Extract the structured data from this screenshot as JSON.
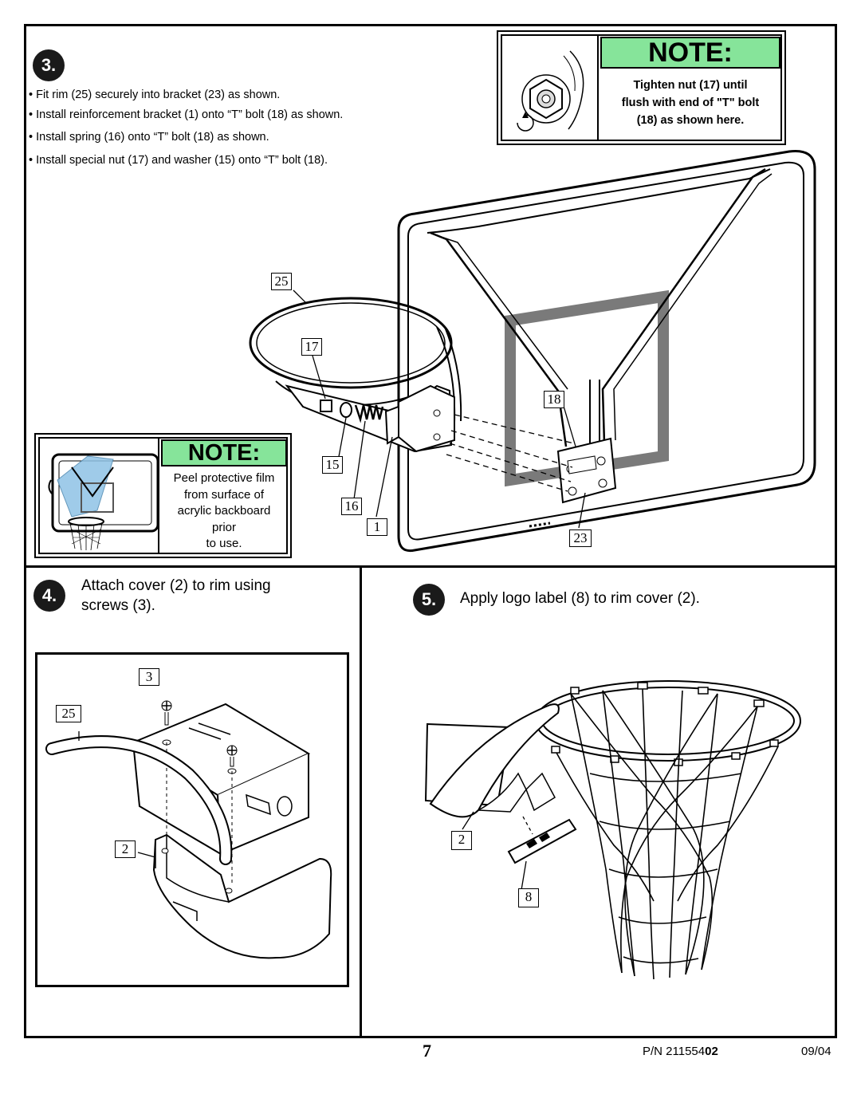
{
  "step3": {
    "number": "3.",
    "bullets": [
      "• Fit rim (25) securely into bracket (23) as shown.",
      "• Install reinforcement bracket (1) onto “T” bolt (18) as shown.",
      "• Install spring (16) onto “T” bolt (18) as shown.",
      "• Install special nut (17) and washer (15) onto “T” bolt (18)."
    ],
    "note_top": {
      "label": "NOTE:",
      "lines": [
        "Tighten nut (17) until",
        "flush with end of \"T\" bolt",
        "(18) as shown here."
      ]
    },
    "note_left": {
      "label": "NOTE:",
      "lines": [
        "Peel protective film",
        "from surface of",
        "acrylic backboard",
        "prior",
        "to use."
      ]
    },
    "callouts": {
      "c25": "25",
      "c17": "17",
      "c18": "18",
      "c15": "15",
      "c16": "16",
      "c1": "1",
      "c23": "23"
    }
  },
  "step4": {
    "number": "4.",
    "text_line1": "Attach cover (2) to rim using",
    "text_line2": "screws (3).",
    "callouts": {
      "c3": "3",
      "c25": "25",
      "c2": "2"
    }
  },
  "step5": {
    "number": "5.",
    "text": "Apply logo label (8) to rim cover (2).",
    "callouts": {
      "c2": "2",
      "c8": "8"
    }
  },
  "footer": {
    "page_number": "7",
    "part_prefix": "P/N 211554",
    "part_suffix": "02",
    "date": "09/04"
  },
  "colors": {
    "note_green": "#86e49a",
    "backboard_gray": "#7a7a7a",
    "film_blue": "#8fc3e6"
  }
}
